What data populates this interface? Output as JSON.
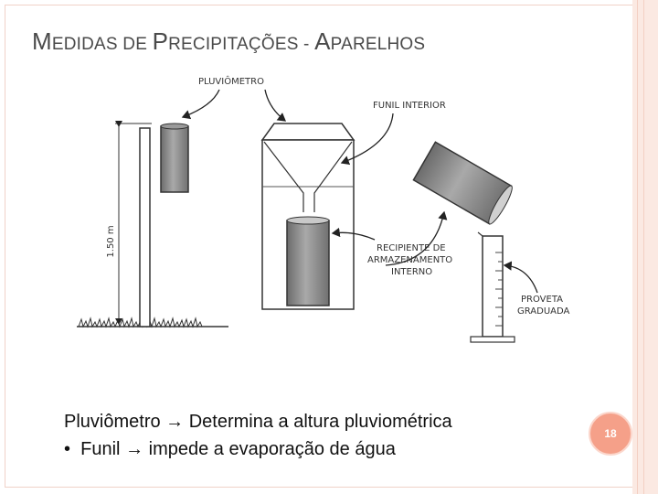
{
  "title": {
    "cap1": "M",
    "rest1": "EDIDAS DE ",
    "cap2": "P",
    "rest2": "RECIPITAÇÕES - ",
    "cap3": "A",
    "rest3": "PARELHOS"
  },
  "diagram": {
    "label_pluviometro": "PLUVIÔMETRO",
    "label_funil": "FUNIL INTERIOR",
    "label_recipiente_1": "RECIPIENTE DE",
    "label_recipiente_2": "ARMAZENAMENTO",
    "label_recipiente_3": "INTERNO",
    "label_proveta_1": "PROVETA",
    "label_proveta_2": "GRADUADA",
    "label_height": "1.50 m"
  },
  "caption": {
    "line1_a": "Pluviômetro",
    "line1_b": "Determina a altura pluviométrica",
    "bullet": "•",
    "line2_a": "Funil",
    "line2_b": "impede a evaporação de água",
    "arrow": "→"
  },
  "slide_number": "18",
  "colors": {
    "accent": "#f5a089",
    "stripe": "#fbe9e2"
  }
}
